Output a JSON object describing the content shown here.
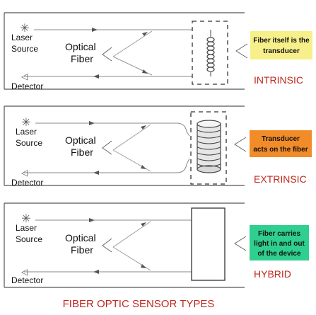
{
  "panels": [
    {
      "id": "intrinsic",
      "laser_label": [
        "Laser",
        "Source"
      ],
      "fiber_label": [
        "Optical",
        "Fiber"
      ],
      "detector_label": "Detector",
      "type_label": "INTRINSIC",
      "note": [
        "Fiber itself is the",
        "transducer"
      ],
      "note_color": "#f7f08a",
      "type_color": "#c0281e"
    },
    {
      "id": "extrinsic",
      "laser_label": [
        "Laser",
        "Source"
      ],
      "fiber_label": [
        "Optical",
        "Fiber"
      ],
      "detector_label": "Detector",
      "type_label": "EXTRINSIC",
      "note": [
        "Transducer",
        "acts on the fiber"
      ],
      "note_color": "#f28c28",
      "type_color": "#c0281e"
    },
    {
      "id": "hybrid",
      "laser_label": [
        "Laser",
        "Source"
      ],
      "fiber_label": [
        "Optical",
        "Fiber"
      ],
      "detector_label": "Detector",
      "type_label": "HYBRID",
      "note": [
        "Fiber carries",
        "light in and out",
        "of the device"
      ],
      "note_color": "#2fcf8f",
      "type_color": "#c0281e"
    }
  ],
  "caption": "FIBER OPTIC SENSOR TYPES",
  "caption_color": "#c0281e"
}
